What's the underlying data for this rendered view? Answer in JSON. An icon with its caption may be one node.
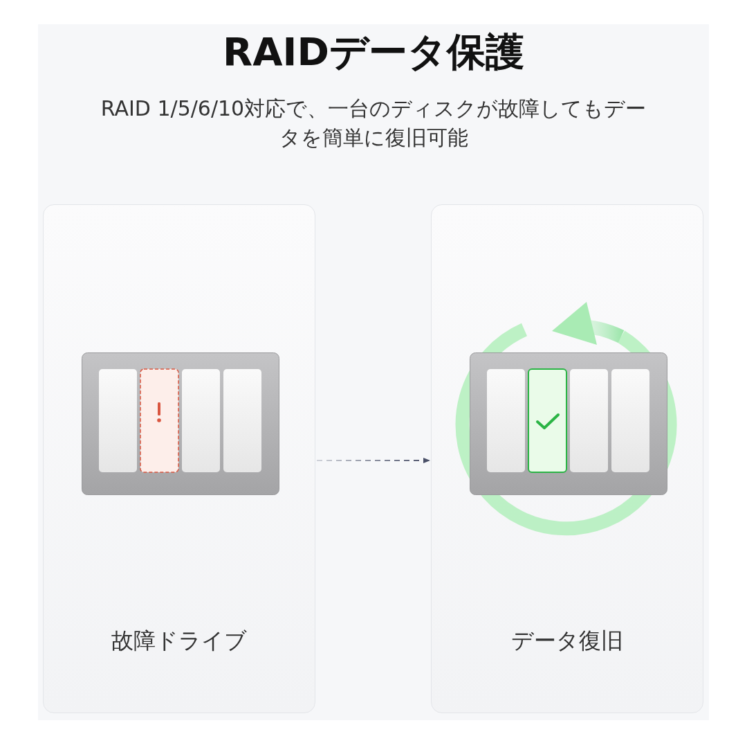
{
  "diagram": {
    "title": "RAIDデータ保護",
    "nodes": [
      {
        "text": [
          "故障ドライブ"
        ]
      },
      {
        "text": [
          "データ復旧"
        ]
      }
    ],
    "edges": [
      {
        "from": 0,
        "to": 1,
        "arrow": "to",
        "style": "dashed"
      }
    ],
    "labels": [
      "RAID 1/5/6/10対応で、一台のディスクが故障してもデータを簡単に復旧可能"
    ]
  }
}
